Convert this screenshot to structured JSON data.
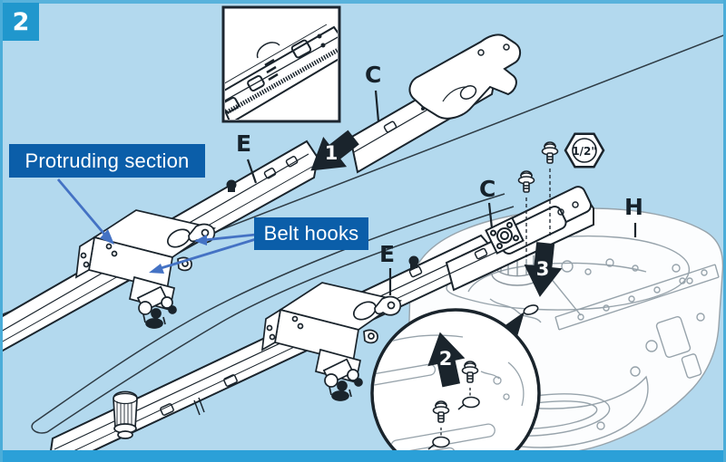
{
  "badge": {
    "step_number": "2"
  },
  "callouts": {
    "protruding_section": "Protruding section",
    "belt_hooks": "Belt hooks"
  },
  "part_labels": {
    "upper_rail_c": "C",
    "upper_rail_e": "E",
    "lower_rail_c": "C",
    "lower_rail_e": "E",
    "motor_head": "H"
  },
  "steps": {
    "arrow_1": "1",
    "arrow_2": "2",
    "arrow_3": "3"
  },
  "hardware": {
    "nut_size": "1/2\""
  },
  "colors": {
    "background": "#b3d9ee",
    "frame": "#3fa7d9",
    "badge_bg": "#2097cd",
    "label_bg": "#0b5ea9",
    "label_text": "#ffffff",
    "pointer_blue": "#4472c4",
    "linework": "#1a242c",
    "motor_linework": "#97a3ab"
  }
}
